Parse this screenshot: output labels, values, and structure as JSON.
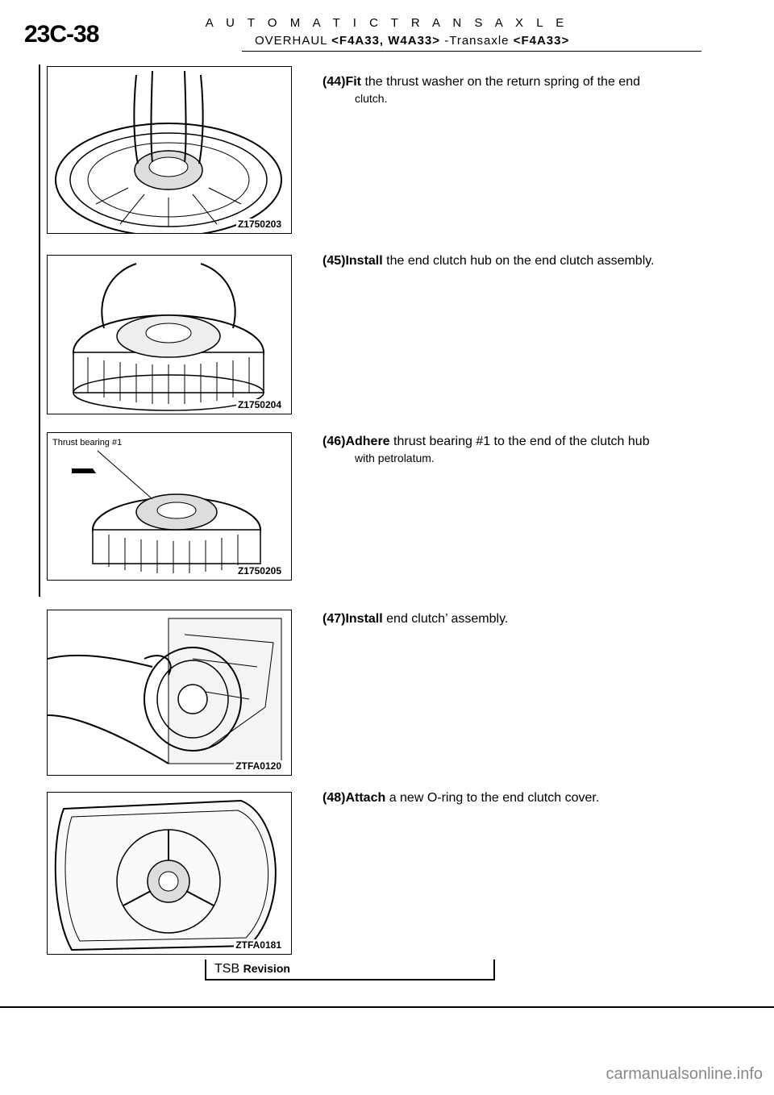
{
  "header": {
    "page_number": "23C-38",
    "section": "A U T O M A T I C   T R A N S A X L E",
    "subtitle_prefix": "OVERHAUL",
    "models_a": "<F4A33, W4A33>",
    "subtitle_mid": "-Transaxle",
    "models_b": "<F4A33>"
  },
  "figures": [
    {
      "id": "Z1750203",
      "label": ""
    },
    {
      "id": "Z1750204",
      "label": ""
    },
    {
      "id": "Z1750205",
      "label": "Thrust bearing #1"
    },
    {
      "id": "ZTFA0120",
      "label": ""
    },
    {
      "id": "ZTFA0181",
      "label": ""
    }
  ],
  "steps": [
    {
      "num": "(44)",
      "verb": "Fit",
      "text": "the thrust washer on the return spring of the end",
      "cont": "clutch."
    },
    {
      "num": "(45)",
      "verb": "Install",
      "text": "the end clutch hub on the end clutch assembly.",
      "cont": ""
    },
    {
      "num": "(46)",
      "verb": "Adhere",
      "text": "thrust bearing #1 to the end of the clutch hub",
      "cont": "with petrolatum."
    },
    {
      "num": "(47)",
      "verb": "Install",
      "text": "end clutch’ assembly.",
      "cont": ""
    },
    {
      "num": "(48)",
      "verb": "Attach",
      "text": "a new O-ring to the end clutch cover.",
      "cont": ""
    }
  ],
  "footer": {
    "tsb": "TSB",
    "revision": "Revision"
  },
  "watermark": "carmanualsonline.info"
}
